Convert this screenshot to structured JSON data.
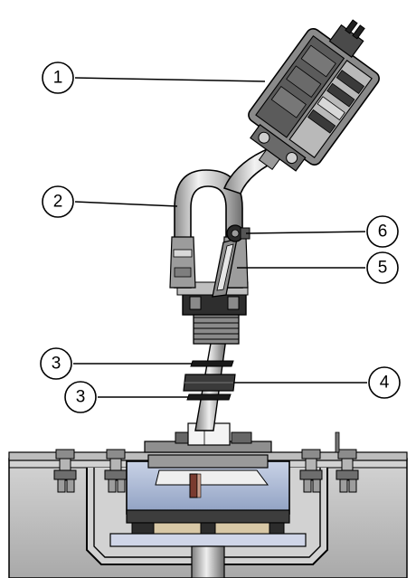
{
  "callouts": [
    {
      "id": "1",
      "label": "1"
    },
    {
      "id": "2",
      "label": "2"
    },
    {
      "id": "3a",
      "label": "3"
    },
    {
      "id": "3b",
      "label": "3"
    },
    {
      "id": "4",
      "label": "4"
    },
    {
      "id": "5",
      "label": "5"
    },
    {
      "id": "6",
      "label": "6"
    }
  ],
  "colors": {
    "line": "#000000",
    "metal_light": "#d9d9d9",
    "metal_mid": "#a6a6a6",
    "metal_dark": "#4d4d4d",
    "housing_blue": "#b6c2dc",
    "housing_blue_dark": "#8c9bbd",
    "wood": "#d8c8a6",
    "plate_grey": "#c8c8c8"
  }
}
